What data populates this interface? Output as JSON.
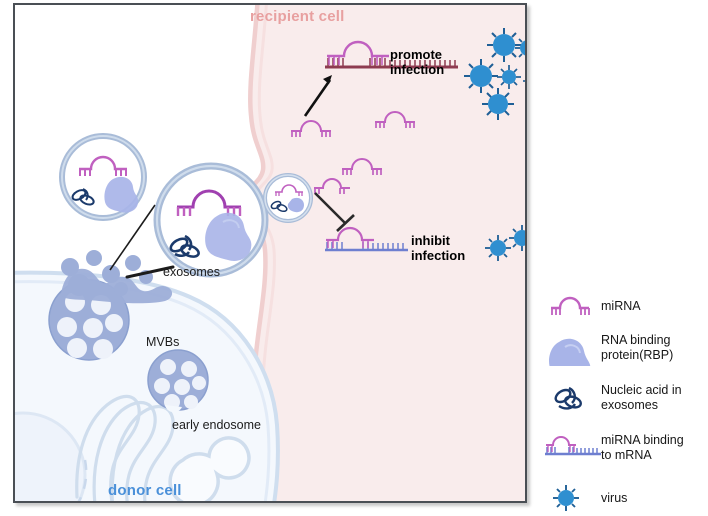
{
  "figure": {
    "title_absent": true,
    "cells": {
      "recipient": {
        "label": "recipient cell",
        "color": "#e8a0a0",
        "fill": "#f9ecec"
      },
      "donor": {
        "label": "donor cell",
        "color": "#4a90d9",
        "fill": "#f4f8fd"
      }
    },
    "annotations": {
      "promote": "promote\ninfection",
      "inhibit": "inhibit\ninfection",
      "exosomes": "exosomes",
      "mvbs": "MVBs",
      "early_endosome": "early endosome"
    }
  },
  "legend": {
    "items": [
      {
        "icon": "mirna-icon",
        "label": "miRNA"
      },
      {
        "icon": "rbp-icon",
        "label": "RNA binding\nprotein(RBP)"
      },
      {
        "icon": "nucleic-acid-icon",
        "label": "Nucleic acid in\nexosomes"
      },
      {
        "icon": "mirna-mrna-binding-icon",
        "label": "miRNA binding\nto mRNA"
      },
      {
        "icon": "virus-icon",
        "label": "virus"
      }
    ]
  },
  "colors": {
    "mirna": "#c060c0",
    "mrna_promote": "#8e3b50",
    "mrna_inhibit": "#6e7fd0",
    "rbp": "#a8b4e8",
    "nucleic_acid": "#1b3a6b",
    "virus_body": "#2f8fd0",
    "virus_spike": "#1f5f96",
    "vesicle": "#9daed8",
    "membrane_donor": "#c9d8ec",
    "membrane_recipient": "#f2d6d6",
    "frame": "#4a4f55"
  },
  "counts": {
    "viruses_promote": 6,
    "viruses_inhibit": 2,
    "free_mirna_recipient": 4,
    "exosomes_drawn": 3,
    "mvb_count": 2
  }
}
